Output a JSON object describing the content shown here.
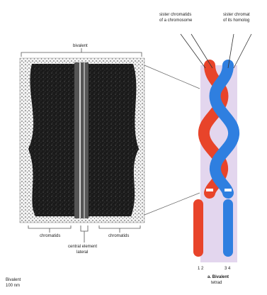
{
  "title": "",
  "labels": {
    "top_left": "sister chromatids",
    "top_left_2": "of a chromosome",
    "top_right": "sister chromat",
    "top_right_2": "of its homolog",
    "bivalent": "bivalent",
    "chromatids_left": "chromatids",
    "chromatids_right": "chromatids",
    "central_1": "central element",
    "central_2": "lateral",
    "bottom_nums_left": "1 2",
    "bottom_nums_right": "3 4",
    "bivalent_caption_1": "a. Bivalent",
    "bivalent_caption_2": "tetrad",
    "scale_1": "Bivalent",
    "scale_2": "100 nm"
  },
  "colors": {
    "red": "#e8442a",
    "blue": "#2f7fe0",
    "shade": "#e3d6ee"
  }
}
